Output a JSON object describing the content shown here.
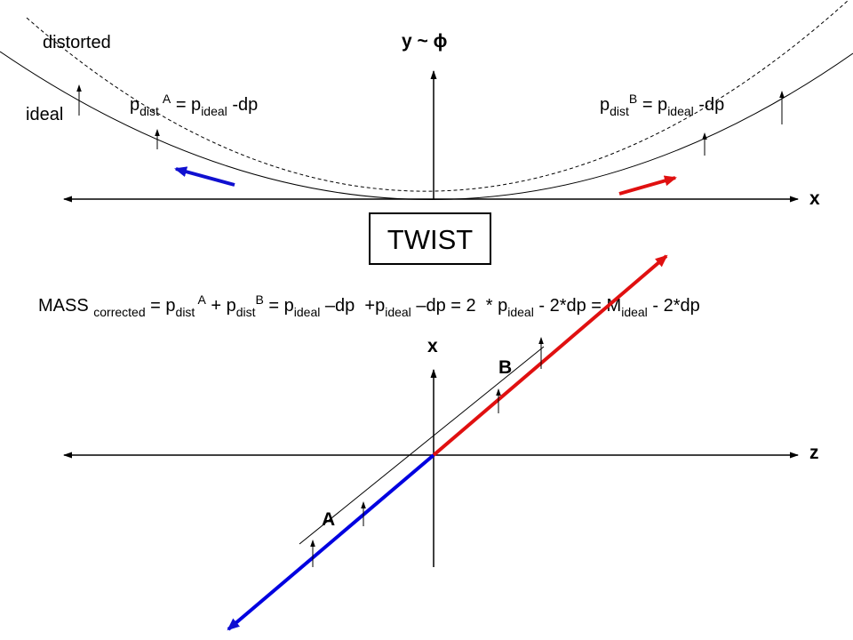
{
  "top_panel": {
    "y_axis_label": "y ~ ϕ",
    "x_axis_label": "x",
    "curve_labels": {
      "distorted": "distorted",
      "ideal": "ideal"
    },
    "formula_a": {
      "p": "p",
      "dist": "dist",
      "a": "A",
      "eq": " = p",
      "ideal": "ideal",
      "rest": " -dp"
    },
    "formula_b": {
      "p": "p",
      "dist": "dist",
      "b": "B",
      "eq": " = p",
      "ideal": "ideal",
      "rest": " -dp"
    },
    "colors": {
      "left_arrow": "#1010d0",
      "right_arrow": "#e01010"
    }
  },
  "twist_box": {
    "label": "TWIST"
  },
  "mass_formula": {
    "t1": "MASS ",
    "s1": "corrected",
    "t2": " = p",
    "s2": "dist ",
    "sup1": "A",
    "t3": " + p",
    "s3": "dist",
    "sup2": "B",
    "t4": " = p",
    "s4": "ideal",
    "t5": " –dp  +p",
    "s5": "ideal",
    "t6": " –dp = 2  * p",
    "s6": "ideal",
    "t7": " - 2*dp = M",
    "s7": "ideal",
    "t8": " - 2*dp"
  },
  "bottom_panel": {
    "x_axis_label": "x",
    "z_axis_label": "z",
    "point_a": "A",
    "point_b": "B",
    "colors": {
      "line_a": "#0000e0",
      "line_b": "#e01010"
    }
  }
}
